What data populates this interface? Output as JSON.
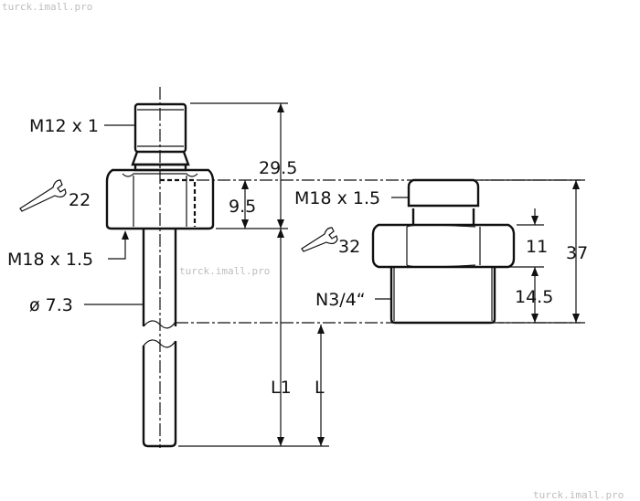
{
  "watermark": "turck.imall.pro",
  "left_sensor": {
    "connector_thread": "M12 x 1",
    "wrench_size": "22",
    "process_thread": "M18 x 1.5",
    "shaft_diameter": "ø 7.3"
  },
  "dimensions": {
    "overall_head": "29.5",
    "hex_height": "9.5",
    "l1": "L1",
    "l": "L",
    "adapter_hex": "11",
    "adapter_thread_length": "14.5",
    "adapter_total": "37"
  },
  "adapter": {
    "top_thread": "M18 x 1.5",
    "wrench_size": "32",
    "bottom_thread": "N3/4“"
  },
  "icons": [
    "wrench-icon"
  ]
}
